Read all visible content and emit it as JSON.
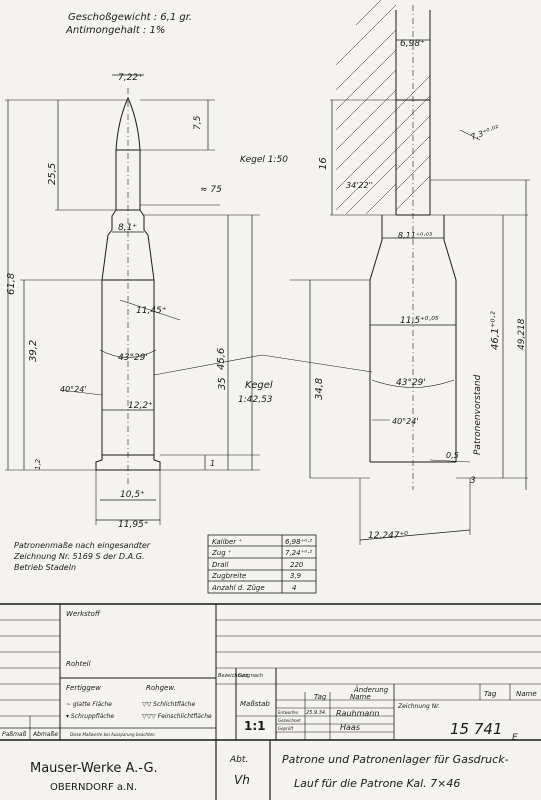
{
  "notes": {
    "projectile_weight": "Geschoßgewicht : 6,1 gr.",
    "antimony": "Antimongehalt : 1%",
    "left_footnote_1": "Patronenmaße nach eingesandter",
    "left_footnote_2": "Zeichnung Nr. 5169 S der D.A.G.",
    "left_footnote_3": "Betrieb Stadeln"
  },
  "cartridge_dims": {
    "tip_dia": "7,22⁺",
    "ogive_len": "7,5",
    "bullet_len": "25,5",
    "overall_len": "61,8",
    "neck_dia": "8,1⁺",
    "shoulder_dia": "11,45⁺",
    "case_len": "39,2",
    "shoulder_angle": "43°29'",
    "body_taper": "40°24'",
    "mid_dia": "12,2⁺",
    "cone_len": "45,6",
    "base_len": "35",
    "rim_inner": "10,5⁺",
    "rim_outer": "11,95⁺",
    "rim_h": "1",
    "extractor": "1,2",
    "angle_75": "≈ 75"
  },
  "chamber_dims": {
    "bore": "6,98⁺",
    "cone_label": "Kegel 1:50",
    "twist_len": "16",
    "lead_angle": "34'22''",
    "lead_tol": "7,3⁺⁰·⁰²",
    "neck": "8,11⁺⁰·⁰³",
    "shoulder": "11,5⁺⁰·⁰⁵",
    "shoulder_angle": "43°29'",
    "taper": "40°24'",
    "len_46": "46,1⁺⁰·²",
    "len_49": "49,218",
    "len_34": "34,8",
    "kegel2": "Kegel",
    "kegel2_ratio": "1:42,53",
    "patronenvorstand": "Patronenvorstand",
    "headspace": "0,5",
    "rim3": "3",
    "base_dia": "12,247⁺⁰"
  },
  "spec_table": {
    "rows": [
      {
        "label": "Kaliber ⁺",
        "value": "6,98⁺⁰·²"
      },
      {
        "label": "Zug ⁺",
        "value": "7,24⁺⁰·²"
      },
      {
        "label": "Drall",
        "value": "220"
      },
      {
        "label": "Zugbreite",
        "value": "3,9"
      },
      {
        "label": "Anzahl d. Züge",
        "value": "4"
      }
    ]
  },
  "title_block": {
    "werkstoff": "Werkstoff",
    "rohteil": "Rohteil",
    "fertiggew": "Fertiggew",
    "rohgew": "Rohgew.",
    "glatte": "~ glatte Fläche",
    "schruppflache": "▾ Schruppfläche",
    "schlichtflache": "▽▽ Schlichtfläche",
    "feinschlicht": "▽▽▽ Feinschlichtfläche",
    "passmass": "Paßmaß",
    "abmasse": "Abmaße",
    "legend_note": "Diese Maßwerte bei Aussparung beachten",
    "bezeichnung": "Bezeichnung",
    "bezeichnung2": "Gez. nach",
    "massstab_label": "Maßstab",
    "massstab": "1:1",
    "tag": "Tag",
    "name": "Name",
    "entworfen": "Entworfen",
    "gezeichnet": "Gezeichnet",
    "geprueft": "Geprüft",
    "date": "25.9.34.",
    "drawer": "Rauhmann",
    "checker": "Haas",
    "anderung": "Änderung",
    "zeichnung_nr_label": "Zeichnung Nr.",
    "zeichnung_nr": "15 741",
    "suffix": "E",
    "abt_label": "Abt.",
    "abt": "Vh",
    "company": "Mauser-Werke A.-G.",
    "city": "OBERNDORF a.N.",
    "title1": "Patrone und Patronenlager für Gasdruck-",
    "title2": "Lauf für die Patrone  Kal. 7×46",
    "tag2": "Tag",
    "name2": "Name"
  }
}
